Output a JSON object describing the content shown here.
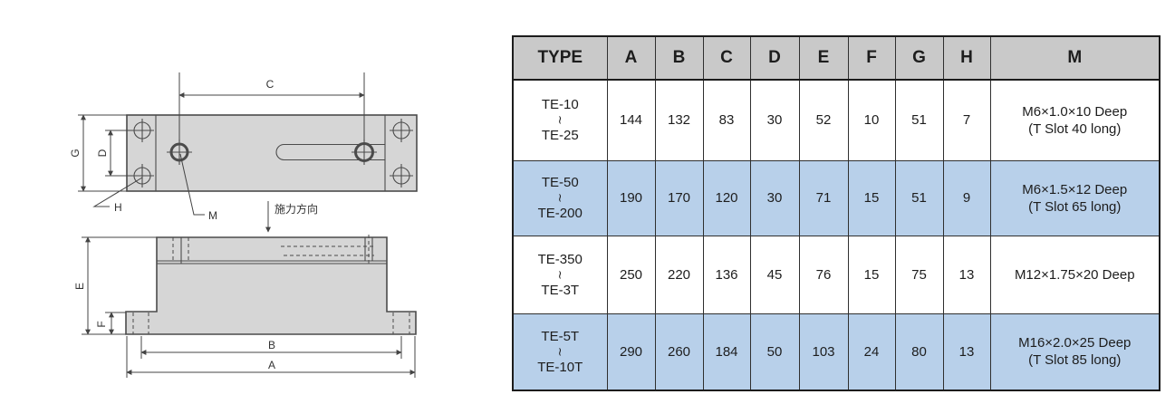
{
  "drawing": {
    "labels": {
      "c": "C",
      "g": "G",
      "d": "D",
      "h": "H",
      "m": "M",
      "e": "E",
      "f": "F",
      "b": "B",
      "a": "A"
    },
    "force_direction_label": "施力方向",
    "colors": {
      "fill": "#d6d6d6",
      "line": "#4b4b4b",
      "dim_line": "#444444"
    }
  },
  "table": {
    "headers": [
      "TYPE",
      "A",
      "B",
      "C",
      "D",
      "E",
      "F",
      "G",
      "H",
      "M"
    ],
    "rows": [
      {
        "type_from": "TE-10",
        "type_sep": "∼",
        "type_to": "TE-25",
        "a": "144",
        "b": "132",
        "c": "83",
        "d": "30",
        "e": "52",
        "f": "10",
        "g": "51",
        "h": "7",
        "m": [
          "M6×1.0×10 Deep",
          "(T Slot 40 long)"
        ],
        "highlighted": false
      },
      {
        "type_from": "TE-50",
        "type_sep": "∼",
        "type_to": "TE-200",
        "a": "190",
        "b": "170",
        "c": "120",
        "d": "30",
        "e": "71",
        "f": "15",
        "g": "51",
        "h": "9",
        "m": [
          "M6×1.5×12 Deep",
          "(T Slot 65 long)"
        ],
        "highlighted": true
      },
      {
        "type_from": "TE-350",
        "type_sep": "∼",
        "type_to": "TE-3T",
        "a": "250",
        "b": "220",
        "c": "136",
        "d": "45",
        "e": "76",
        "f": "15",
        "g": "75",
        "h": "13",
        "m": [
          "M12×1.75×20 Deep"
        ],
        "highlighted": false
      },
      {
        "type_from": "TE-5T",
        "type_sep": "∼",
        "type_to": "TE-10T",
        "a": "290",
        "b": "260",
        "c": "184",
        "d": "50",
        "e": "103",
        "f": "24",
        "g": "80",
        "h": "13",
        "m": [
          "M16×2.0×25 Deep",
          "(T Slot 85 long)"
        ],
        "highlighted": true
      }
    ],
    "colors": {
      "header_bg": "#c9c9c9",
      "highlight_bg": "#b8d0ea",
      "border": "#1c1c1c"
    }
  }
}
